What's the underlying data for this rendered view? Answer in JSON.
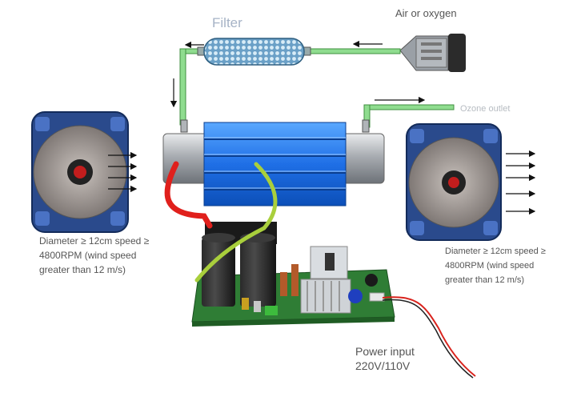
{
  "labels": {
    "filter": "Filter",
    "air_or_oxygen": "Air or oxygen",
    "ozone_outlet": "Ozone outlet",
    "left_fan_spec": "Diameter ≥ 12cm speed ≥ 4800RPM (wind speed greater than 12 m/s)",
    "right_fan_spec": "Diameter ≥ 12cm speed ≥ 4800RPM (wind speed greater than 12 m/s)",
    "power_input_title": "Power input",
    "power_input_voltage": "220V/110V"
  },
  "colors": {
    "tube": "#8fdc8f",
    "generator_blue": "#1f6fe6",
    "cylinder": "#b9bcbf",
    "fan_frame": "#2a4a8c",
    "pcb": "#2f7d35",
    "red_wire": "#e0201c",
    "green_wire": "#a9cf3c"
  },
  "icons": {
    "left_fan": "cooling-fan-icon",
    "right_fan": "cooling-fan-icon",
    "air_pump": "air-pump-icon",
    "filter": "filter-cartridge-icon"
  }
}
